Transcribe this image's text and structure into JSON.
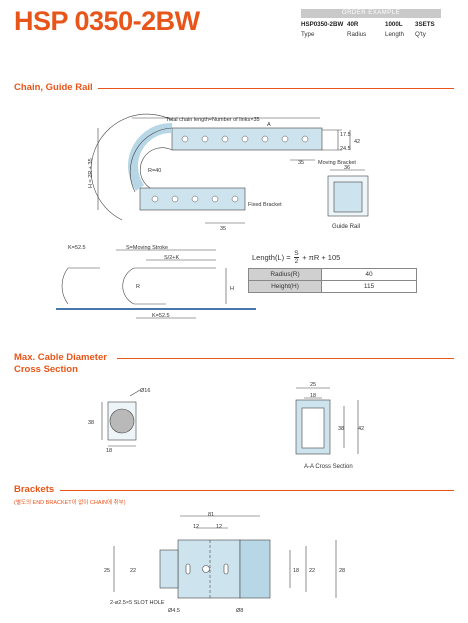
{
  "header": {
    "title": "HSP 0350-2BW",
    "order_example": {
      "label": "ORDER EXAMPLE",
      "values": [
        "HSP0350-2BW",
        "40R",
        "1000L",
        "3SETS"
      ],
      "keys": [
        "Type",
        "Radius",
        "Length",
        "Q'ty"
      ]
    }
  },
  "section_chain": {
    "title": "Chain, Guide Rail",
    "total_length_label": "Total chain length=Number of links×35",
    "dim_a": "A",
    "dim_175": "17.5",
    "dim_245": "24.5",
    "dim_42": "42",
    "dim_35_top": "35",
    "moving_bracket": "Moving Bracket",
    "dim_36": "36",
    "r40": "R=40",
    "height_label": "H = 2R + 35",
    "fixed_bracket": "Fixed Bracket",
    "dim_35_bottom": "35",
    "guide_rail": "Guide Rail"
  },
  "section_stroke": {
    "k_left": "K=52.5",
    "s_label": "S=Moving Stroke",
    "s2k": "S/2+K",
    "r": "R",
    "h": "H",
    "k_bottom": "K=52.5"
  },
  "formula": {
    "lhs": "Length(L) =",
    "num": "S",
    "den": "2",
    "rhs": "+ πR + 105",
    "rows": [
      {
        "label": "Radius(R)",
        "value": "40"
      },
      {
        "label": "Height(H)",
        "value": "115"
      }
    ]
  },
  "section_cable": {
    "title_line1": "Max. Cable Diameter",
    "title_line2": "Cross Section",
    "phi16": "Ø16",
    "dim_38": "38",
    "dim_18": "18",
    "dim_25": "25",
    "dim_18b": "18",
    "dim_38b": "38",
    "dim_42": "42",
    "aa_label": "A-A Cross Section"
  },
  "section_brackets": {
    "title": "Brackets",
    "note": "(별도의 END BRACKET이 없이 CHAIN에 취부)",
    "dim_81": "81",
    "dim_12a": "12",
    "dim_12b": "12",
    "dim_25": "25",
    "dim_22": "22",
    "dim_18": "18",
    "dim_22b": "22",
    "dim_28": "28",
    "slot_hole": "2-ø2.5×5 SLOT HOLE",
    "phi45": "Ø4.5",
    "phi8": "Ø8"
  }
}
